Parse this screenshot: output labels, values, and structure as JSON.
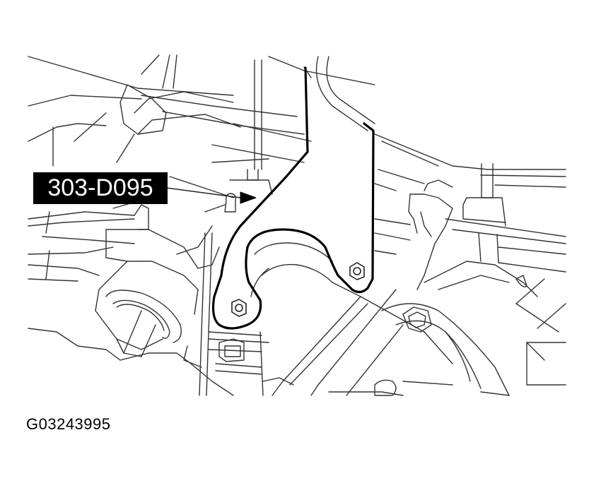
{
  "figure": {
    "type": "technical-line-illustration",
    "subject": "special tool installed on engine/transmission bracket",
    "callout": {
      "label": "303-D095",
      "pointer": "arrow-right"
    },
    "figure_id": "G03243995"
  },
  "colors": {
    "background": "#ffffff",
    "line": "#000000",
    "callout_bg": "#000000",
    "callout_text": "#ffffff"
  }
}
